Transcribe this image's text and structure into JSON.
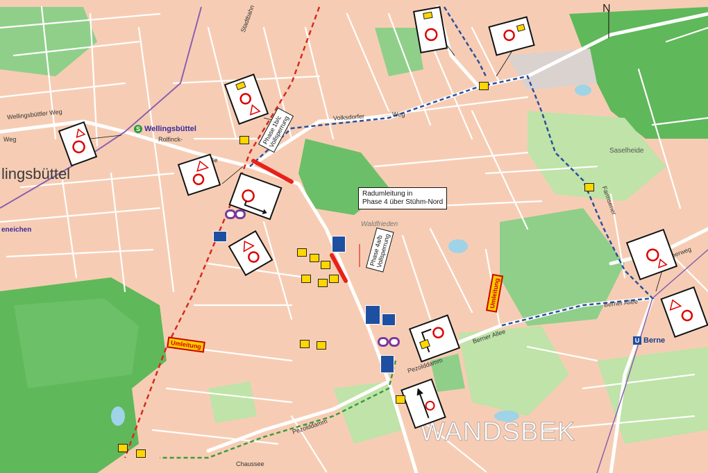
{
  "map": {
    "compass": "N",
    "district": "WANDSBEK",
    "places": {
      "wellingsbuettel_station": "Wellingsbüttel",
      "wellingsbuettel_area": "lingsbüttel",
      "berne_station": "Berne",
      "saselheide": "Saselheide",
      "waldfrieden": "Waldfrieden",
      "eneichen": "eneichen"
    },
    "streets": {
      "wellingsbuetteler_weg": "Wellingsbüttler Weg",
      "weg": "Weg",
      "rolfinck_strasse": "Rolfinck-",
      "strasse": "straße",
      "volksdorfer_weg": "Volksdorfer",
      "volksdorfer_weg_2": "Weg",
      "berner_allee": "Berner Allee",
      "berner_allee_2": "Berner Allee",
      "berner_heerweg": "Berner Heerweg",
      "pezolddamm": "Pezolddamm",
      "pezolddamm_2": "Pezolddamm",
      "stadtbahn": "Stadtbahn",
      "chaussee": "Chaussee",
      "farmsen": "Farmsener"
    },
    "annotations": {
      "radumleitung_line1": "Radumleitung in",
      "radumleitung_line2": "Phase 4  über Stühm-Nord",
      "phase_1bc_line1": "Phase 1b/c",
      "phase_1bc_line2": "Vollsperrung",
      "phase_4ab_line1": "Phase 4a/b",
      "phase_4ab_line2": "Vollsperrung"
    },
    "detour_signs": {
      "umleitung_1": "Umleitung",
      "umleitung_2": "Umleitung"
    },
    "colors": {
      "land": "#f6cdb4",
      "green": "#8fcf8a",
      "dark_green": "#4caf50",
      "water": "#9fd3e8",
      "road": "#ffffff",
      "detour_blue": "#2a4f9c",
      "detour_green": "#3c9a3c",
      "rail_red": "#d62a20",
      "closure_red": "#e8221a",
      "sign_yellow": "#ffd600"
    }
  }
}
